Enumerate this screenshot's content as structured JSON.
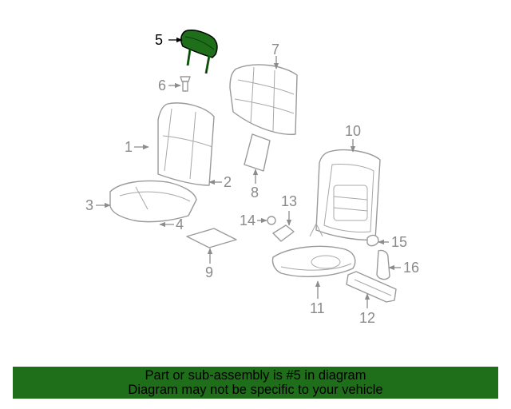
{
  "colors": {
    "highlight_fill": "#1e6e1a",
    "banner_bg": "#1e6e1a",
    "part_stroke": "#9a9a9a",
    "callout_text": "#8a8a8a"
  },
  "highlighted_part": "5",
  "callouts": {
    "c1": "1",
    "c2": "2",
    "c3": "3",
    "c4": "4",
    "c5": "5",
    "c6": "6",
    "c7": "7",
    "c8": "8",
    "c9": "9",
    "c10": "10",
    "c11": "11",
    "c12": "12",
    "c13": "13",
    "c14": "14",
    "c15": "15",
    "c16": "16"
  },
  "banner": {
    "line1": "Part or sub-assembly is #5 in diagram",
    "line2": "Diagram may not be specific to your vehicle"
  }
}
